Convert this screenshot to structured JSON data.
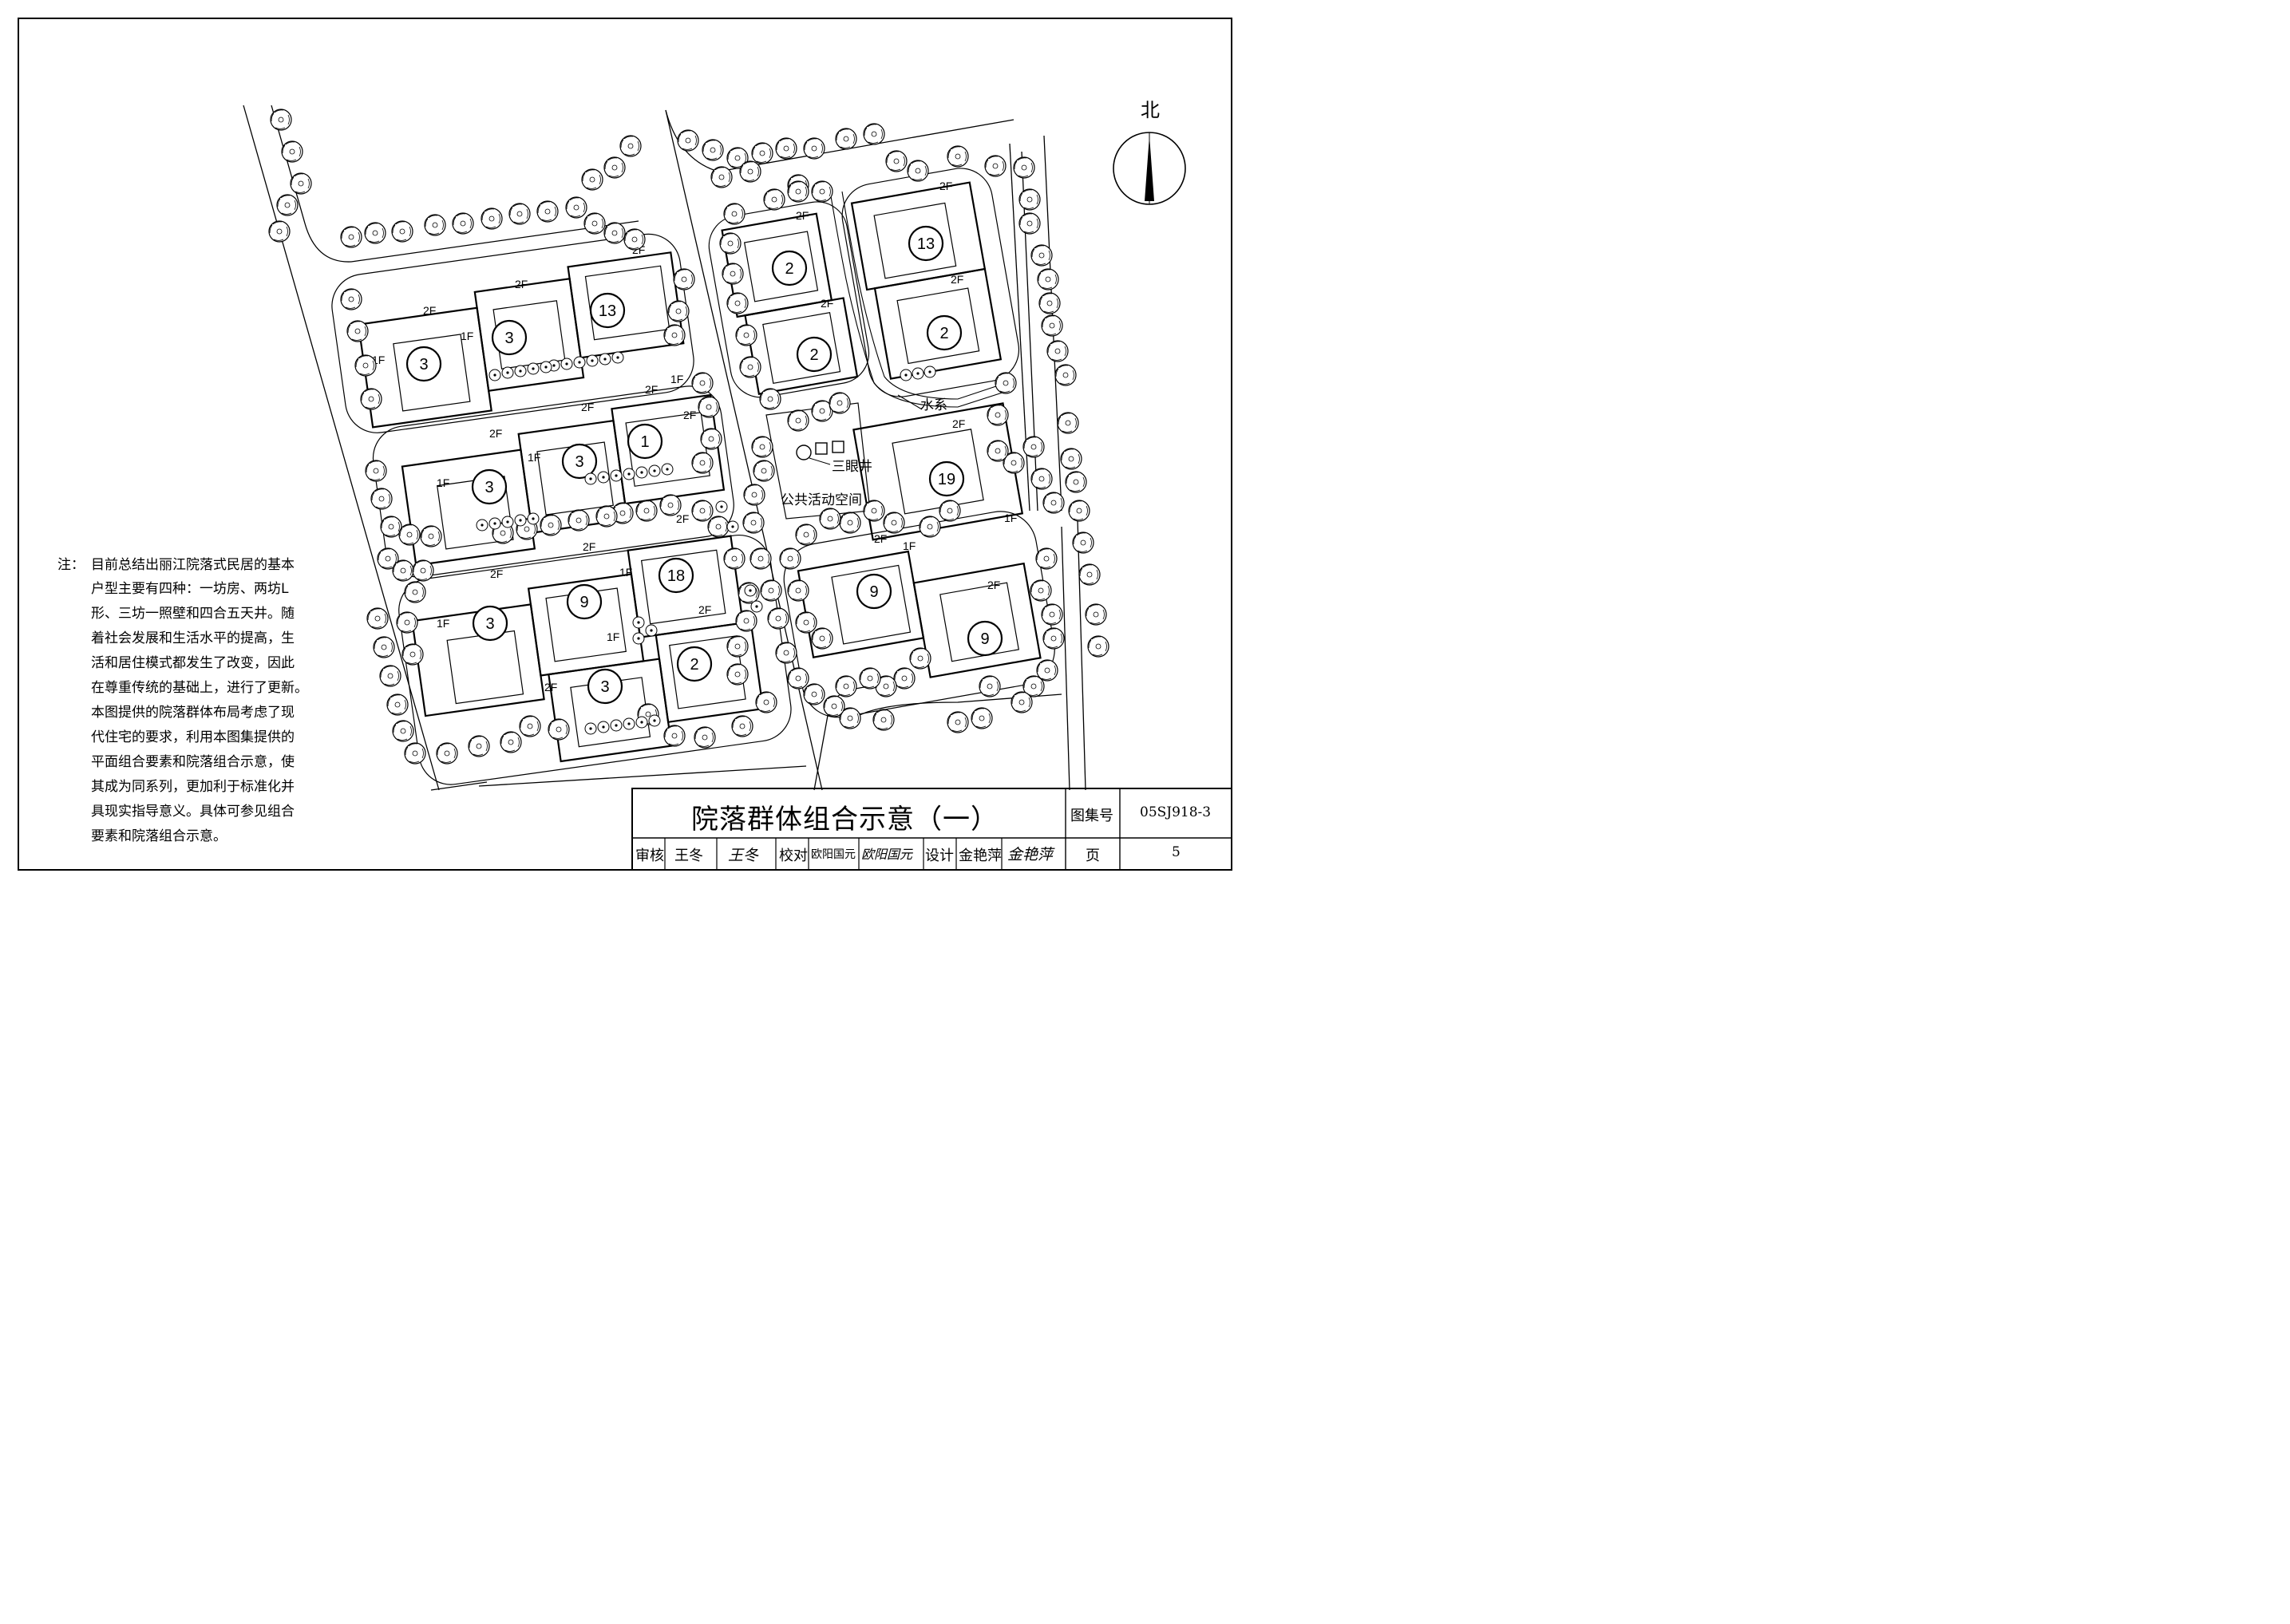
{
  "north_label": "北",
  "map_labels": {
    "water": "水系",
    "well": "三眼井",
    "public_space": "公共活动空间"
  },
  "units": [
    {
      "number": "3",
      "floors": [
        "2F",
        "1F"
      ]
    },
    {
      "number": "3",
      "floors": [
        "2F",
        "1F"
      ]
    },
    {
      "number": "13",
      "floors": [
        "2F"
      ]
    },
    {
      "number": "3",
      "floors": [
        "2F",
        "1F"
      ]
    },
    {
      "number": "3",
      "floors": [
        "2F",
        "1F"
      ]
    },
    {
      "number": "1",
      "floors": [
        "2F",
        "1F",
        "2F"
      ]
    },
    {
      "number": "3",
      "floors": [
        "2F",
        "1F"
      ]
    },
    {
      "number": "9",
      "floors": [
        "2F"
      ]
    },
    {
      "number": "18",
      "floors": [
        "1F",
        "2F"
      ]
    },
    {
      "number": "3",
      "floors": [
        "2F",
        "1F"
      ]
    },
    {
      "number": "2",
      "floors": [
        "2F"
      ]
    },
    {
      "number": "2",
      "floors": [
        "2F"
      ]
    },
    {
      "number": "2",
      "floors": [
        "2F"
      ]
    },
    {
      "number": "13",
      "floors": [
        "2F"
      ]
    },
    {
      "number": "2",
      "floors": [
        "2F"
      ]
    },
    {
      "number": "19",
      "floors": [
        "2F",
        "1F"
      ]
    },
    {
      "number": "9",
      "floors": [
        "2F",
        "1F"
      ]
    },
    {
      "number": "9",
      "floors": [
        "2F"
      ]
    }
  ],
  "note": {
    "lead": "注：",
    "lines": [
      "目前总结出丽江院落式民居的基本",
      "户型主要有四种：一坊房、两坊L",
      "形、三坊一照壁和四合五天井。随",
      "着社会发展和生活水平的提高，生",
      "活和居住模式都发生了改变，因此",
      "在尊重传统的基础上，进行了更新。",
      "本图提供的院落群体布局考虑了现",
      "代住宅的要求，利用本图集提供的",
      "平面组合要素和院落组合示意，使",
      "其成为同系列，更加利于标准化并",
      "具现实指导意义。具体可参见组合",
      "要素和院落组合示意。"
    ]
  },
  "title_block": {
    "title": "院落群体组合示意（一）",
    "atlas_label": "图集号",
    "atlas_code": "05SJ918-3",
    "reviewer_label": "审核",
    "reviewer": "王冬",
    "reviewer_sign": "王冬",
    "checker_label": "校对",
    "checker": "欧阳国元",
    "checker_sign": "欧阳国元",
    "designer_label": "设计",
    "designer": "金艳萍",
    "designer_sign": "金艳萍",
    "page_label": "页",
    "page": "5"
  }
}
